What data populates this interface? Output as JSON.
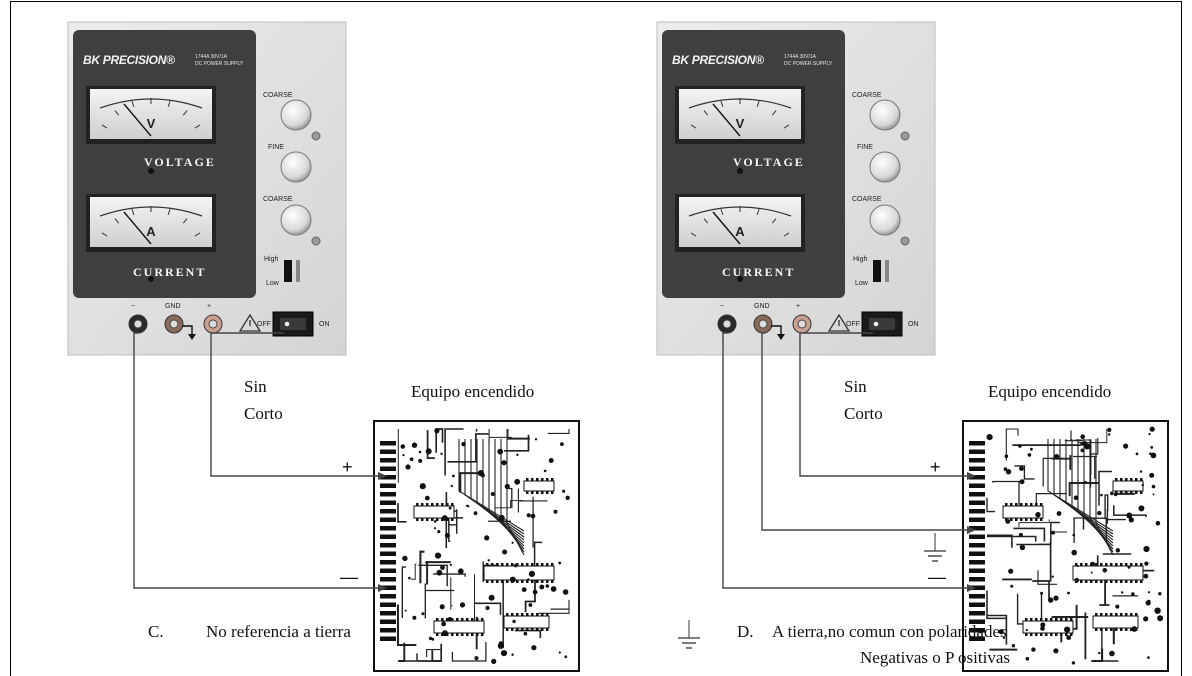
{
  "panels": [
    {
      "id": "C",
      "brand": "BK PRECISION®",
      "model_lines": [
        "1744A 30V/1A",
        "DC POWER SUPPLY"
      ],
      "meters": [
        {
          "unit": "V",
          "label": "VOLTAGE"
        },
        {
          "unit": "A",
          "label": "CURRENT"
        }
      ],
      "knob_labels": [
        "COARSE",
        "FINE",
        "COARSE"
      ],
      "range_labels": [
        "High",
        "Low"
      ],
      "terminal_labels": [
        "−",
        "GND",
        "+"
      ],
      "switch_labels": [
        "OFF",
        "ON"
      ],
      "wire_label_line1": "Sin",
      "wire_label_line2": "Corto",
      "board_title": "Equipo encendido",
      "plus_mark": "+",
      "minus_mark": "—",
      "caption_letter": "C.",
      "caption_line1": "No referencia a tierra",
      "caption_line2": ""
    },
    {
      "id": "D",
      "brand": "BK PRECISION®",
      "model_lines": [
        "1744A 30V/1A",
        "DC POWER SUPPLY"
      ],
      "meters": [
        {
          "unit": "V",
          "label": "VOLTAGE"
        },
        {
          "unit": "A",
          "label": "CURRENT"
        }
      ],
      "knob_labels": [
        "COARSE",
        "FINE",
        "COARSE"
      ],
      "range_labels": [
        "High",
        "Low"
      ],
      "terminal_labels": [
        "−",
        "GND",
        "+"
      ],
      "switch_labels": [
        "OFF",
        "ON"
      ],
      "wire_label_line1": "Sin",
      "wire_label_line2": "Corto",
      "board_title": "Equipo encendido",
      "plus_mark": "+",
      "minus_mark": "—",
      "caption_letter": "D.",
      "caption_line1": "A tierra,no comun con  polaridades",
      "caption_line2": "Negativas o P ositivas"
    }
  ],
  "icons": [
    "power-supply-icon",
    "circuit-board-icon",
    "ground-symbol-icon",
    "warning-triangle-icon"
  ]
}
